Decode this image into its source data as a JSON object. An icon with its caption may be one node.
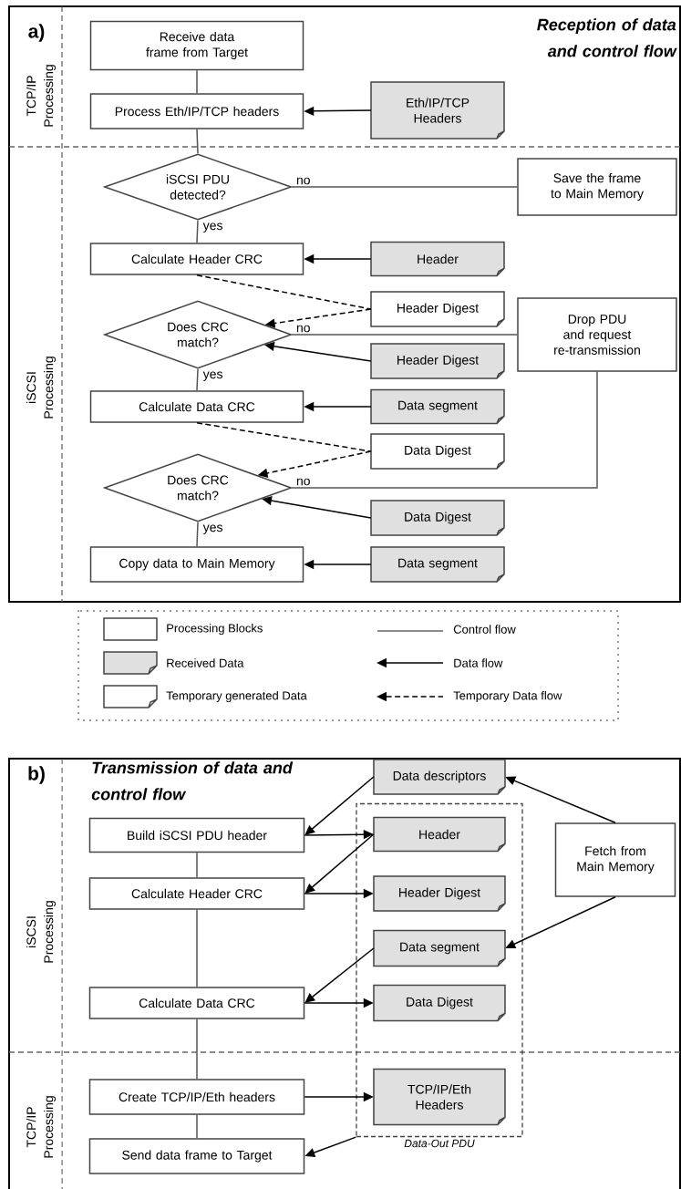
{
  "diagram": {
    "nodes": [
      {
        "text": [
          "Receive data frame from Target"
        ]
      },
      {
        "text": [
          "Process Eth/IP/TCP headers"
        ]
      },
      {
        "text": [
          "Eth/IP/TCP Headers"
        ]
      },
      {
        "text": [
          "iSCSI PDU detected?"
        ]
      },
      {
        "text": [
          "Save the frame to Main Memory"
        ]
      },
      {
        "text": [
          "Calculate Header CRC"
        ]
      },
      {
        "text": [
          "Header"
        ]
      },
      {
        "text": [
          "Header Digest"
        ]
      },
      {
        "text": [
          "Does CRC match?"
        ]
      },
      {
        "text": [
          "Drop PDU and request re-transmission"
        ]
      },
      {
        "text": [
          "Header Digest"
        ]
      },
      {
        "text": [
          "Calculate Data CRC"
        ]
      },
      {
        "text": [
          "Data segment"
        ]
      },
      {
        "text": [
          "Data Digest"
        ]
      },
      {
        "text": [
          "Does CRC match?"
        ]
      },
      {
        "text": [
          "Data Digest"
        ]
      },
      {
        "text": [
          "Copy data to Main Memory"
        ]
      },
      {
        "text": [
          "Data segment"
        ]
      },
      {
        "text": [
          "Data descriptors"
        ]
      },
      {
        "text": [],
        "shape": "box",
        "beside": [
          "Data-Out PDU"
        ]
      },
      {
        "text": [
          "Build iSCSI PDU header"
        ]
      },
      {
        "text": [
          "Header"
        ],
        "in": 19
      },
      {
        "text": [
          "Fetch from Main Memory"
        ]
      },
      {
        "text": [
          "Calculate Header CRC"
        ]
      },
      {
        "text": [
          "Header Digest"
        ],
        "in": 19
      },
      {
        "text": [
          "Data segment"
        ],
        "in": 19
      },
      {
        "text": [
          "Calculate Data CRC"
        ]
      },
      {
        "text": [
          "Data Digest"
        ],
        "in": 19
      },
      {
        "text": [
          "Create TCP/IP/Eth headers"
        ]
      },
      {
        "text": [
          "TCP/IP/Eth Headers"
        ],
        "in": 19
      },
      {
        "text": [
          "Send data frame to Target"
        ]
      }
    ],
    "edges": [
      {
        "from": 0,
        "to": 1,
        "arrow": "none",
        "color": "#555555"
      },
      {
        "from": 1,
        "to": 3,
        "arrow": "none",
        "color": "#555555"
      },
      {
        "from": 2,
        "to": 1,
        "arrow": "to"
      },
      {
        "from": 3,
        "to": 4,
        "arrow": "none",
        "color": "#555555",
        "label": "no"
      },
      {
        "from": 3,
        "to": 5,
        "arrow": "none",
        "color": "#555555",
        "label": "yes"
      },
      {
        "from": 6,
        "to": 5,
        "arrow": "to"
      },
      {
        "from": 5,
        "to": 7,
        "arrow": "none",
        "style": "dashed"
      },
      {
        "from": 7,
        "to": 8,
        "arrow": "to",
        "style": "dashed"
      },
      {
        "from": 8,
        "to": 9,
        "arrow": "none",
        "color": "#555555",
        "label": "no"
      },
      {
        "from": 10,
        "to": 8,
        "arrow": "to"
      },
      {
        "from": 8,
        "to": 11,
        "arrow": "none",
        "color": "#555555",
        "label": "yes"
      },
      {
        "from": 12,
        "to": 11,
        "arrow": "to"
      },
      {
        "from": 11,
        "to": 13,
        "arrow": "none",
        "style": "dashed"
      },
      {
        "from": 13,
        "to": 14,
        "arrow": "to",
        "style": "dashed"
      },
      {
        "from": 14,
        "to": 9,
        "arrow": "none",
        "color": "#555555",
        "label": "no"
      },
      {
        "from": 15,
        "to": 14,
        "arrow": "to"
      },
      {
        "from": 14,
        "to": 16,
        "arrow": "none",
        "color": "#555555",
        "label": "yes"
      },
      {
        "from": 17,
        "to": 16,
        "arrow": "to"
      },
      {
        "from": 18,
        "to": 20,
        "arrow": "to"
      },
      {
        "from": 22,
        "to": 18,
        "arrow": "to"
      },
      {
        "from": 20,
        "to": 21,
        "arrow": "to"
      },
      {
        "from": 21,
        "to": 23,
        "arrow": "to"
      },
      {
        "from": 23,
        "to": 24,
        "arrow": "to"
      },
      {
        "from": 22,
        "to": 25,
        "arrow": "to"
      },
      {
        "from": 25,
        "to": 26,
        "arrow": "to"
      },
      {
        "from": 26,
        "to": 27,
        "arrow": "to"
      },
      {
        "from": 28,
        "to": 29,
        "arrow": "to"
      },
      {
        "from": 19,
        "to": 30,
        "arrow": "to"
      },
      {
        "from": 20,
        "to": 23,
        "arrow": "none",
        "color": "#555555"
      },
      {
        "from": 23,
        "to": 26,
        "arrow": "none",
        "color": "#555555"
      },
      {
        "from": 26,
        "to": 28,
        "arrow": "none",
        "color": "#555555"
      },
      {
        "from": 28,
        "to": 30,
        "arrow": "none",
        "color": "#555555"
      }
    ],
    "labels": [
      "a)",
      "Reception of data and control flow",
      "TCP/IP Processing",
      "iSCSI Processing",
      "b)",
      "Transmission of data and control flow",
      "iSCSI Processing",
      "TCP/IP Processing"
    ],
    "legend": [
      {
        "text": "Processing Blocks"
      },
      {
        "text": "Control flow"
      },
      {
        "text": "Received Data"
      },
      {
        "text": "Data flow"
      },
      {
        "text": "Temporary generated Data"
      },
      {
        "text": "Temporary Data flow"
      }
    ]
  }
}
